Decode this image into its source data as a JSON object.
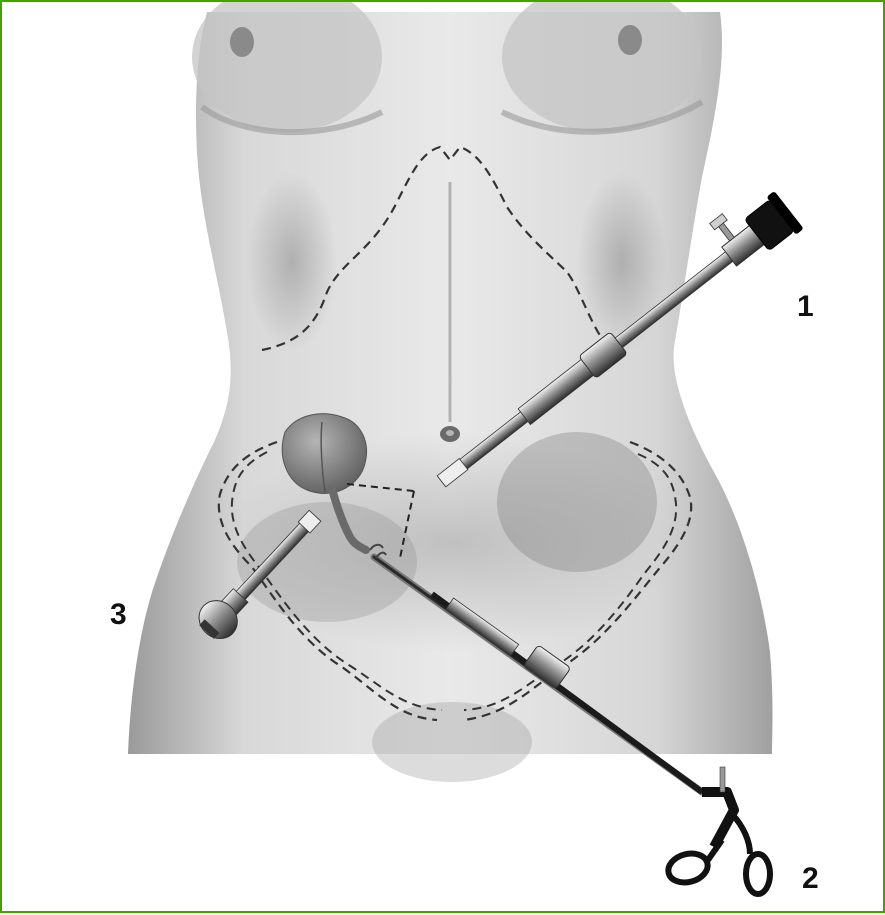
{
  "figure": {
    "labels": {
      "scope": "1",
      "grasper": "2",
      "trocar": "3"
    },
    "colors": {
      "frame_border": "#46a000",
      "skin_dark": "#8e8e8e",
      "skin_light": "#e6e6e6",
      "instrument_metal": "#2a2a2a",
      "dashed_lines": "#333333"
    },
    "icons": [
      "laparoscope-icon",
      "grasper-icon",
      "trocar-icon",
      "gallbladder-icon",
      "navel-icon"
    ]
  }
}
